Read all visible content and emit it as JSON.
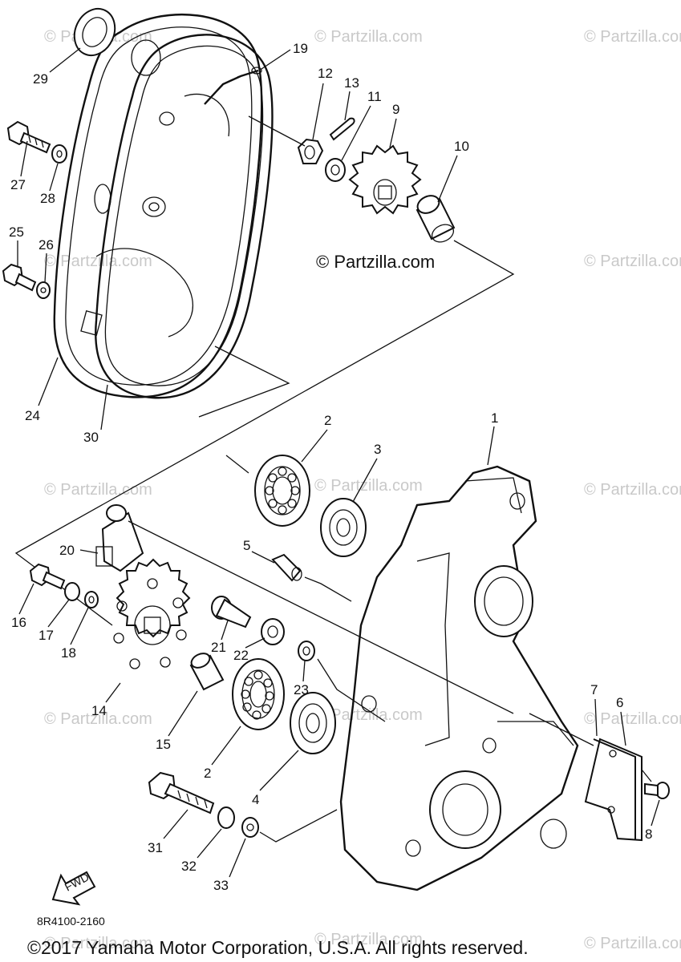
{
  "watermark_text": "© Partzilla.com",
  "central_watermark": "© Partzilla.com",
  "diagram_code": "8R4100-2160",
  "copyright": "©2017 Yamaha Motor Corporation, U.S.A. All rights reserved.",
  "fwd_label": "FWD",
  "callouts": {
    "p1": "1",
    "p2a": "2",
    "p2b": "2",
    "p3": "3",
    "p4": "4",
    "p5": "5",
    "p6": "6",
    "p7": "7",
    "p8": "8",
    "p9": "9",
    "p10": "10",
    "p11": "11",
    "p12": "12",
    "p13": "13",
    "p14": "14",
    "p15": "15",
    "p16": "16",
    "p17": "17",
    "p18": "18",
    "p19": "19",
    "p20": "20",
    "p21": "21",
    "p22": "22",
    "p23": "23",
    "p24": "24",
    "p25": "25",
    "p26": "26",
    "p27": "27",
    "p28": "28",
    "p29": "29",
    "p30": "30",
    "p31": "31",
    "p32": "32",
    "p33": "33"
  },
  "icons": [
    "fwd-arrow-icon"
  ]
}
